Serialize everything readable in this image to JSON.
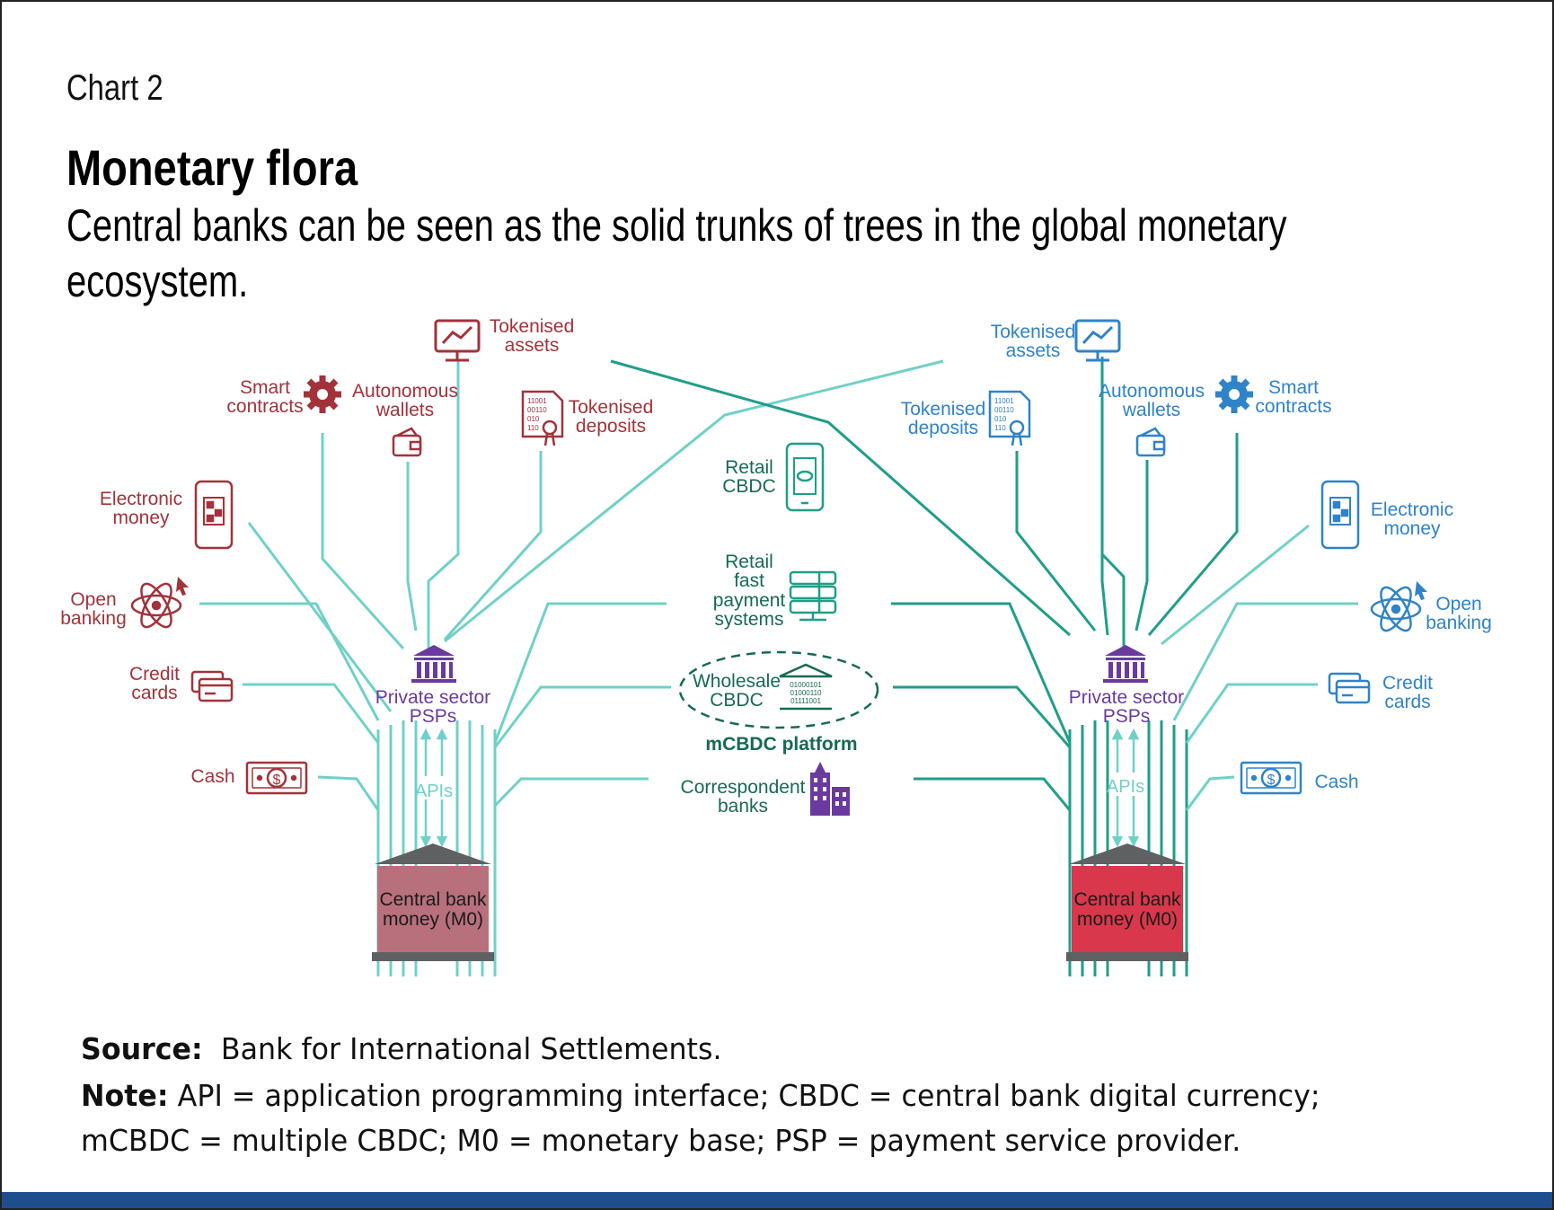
{
  "header": {
    "chart_label": "Chart 2",
    "title": "Monetary flora",
    "subtitle": "Central banks can be seen as the solid trunks of trees in the global monetary ecosystem."
  },
  "left_tree": {
    "branches": {
      "tokenised_assets": [
        "Tokenised",
        "assets"
      ],
      "smart_contracts": [
        "Smart",
        "contracts"
      ],
      "autonomous_wallets": [
        "Autonomous",
        "wallets"
      ],
      "tokenised_deposits": [
        "Tokenised",
        "deposits"
      ],
      "electronic_money": [
        "Electronic",
        "money"
      ],
      "open_banking": [
        "Open",
        "banking"
      ],
      "credit_cards": [
        "Credit",
        "cards"
      ],
      "cash": [
        "Cash"
      ]
    },
    "psp": [
      "Private sector",
      "PSPs"
    ],
    "apis": "APIs",
    "central_bank": [
      "Central bank",
      "money (M0)"
    ]
  },
  "right_tree": {
    "branches": {
      "tokenised_assets": [
        "Tokenised",
        "assets"
      ],
      "smart_contracts": [
        "Smart",
        "contracts"
      ],
      "autonomous_wallets": [
        "Autonomous",
        "wallets"
      ],
      "tokenised_deposits": [
        "Tokenised",
        "deposits"
      ],
      "electronic_money": [
        "Electronic",
        "money"
      ],
      "open_banking": [
        "Open",
        "banking"
      ],
      "credit_cards": [
        "Credit",
        "cards"
      ],
      "cash": [
        "Cash"
      ]
    },
    "psp": [
      "Private sector",
      "PSPs"
    ],
    "apis": "APIs",
    "central_bank": [
      "Central bank",
      "money (M0)"
    ]
  },
  "center": {
    "retail_cbdc": [
      "Retail",
      "CBDC"
    ],
    "retail_fps": [
      "Retail",
      "fast",
      "payment",
      "systems"
    ],
    "wholesale_cbdc": [
      "Wholesale",
      "CBDC"
    ],
    "mcbdc_platform": "mCBDC platform",
    "correspondent_banks": [
      "Correspondent",
      "banks"
    ],
    "binary_rows": [
      "01000101",
      "01000110",
      "01111001"
    ]
  },
  "footer": {
    "source_label": "Source:",
    "source_text": "Bank for International Settlements.",
    "note_label": "Note:",
    "note_line1": "API = application programming interface; CBDC = central bank digital currency;",
    "note_line2": "mCBDC = multiple CBDC; M0 = monetary base; PSP = payment service provider."
  },
  "colors": {
    "left_label": "#a3323a",
    "right_label": "#2f83c8",
    "branch": "#6fd1c6",
    "cross": "#1f9e88",
    "center_label": "#166a55",
    "psp": "#6a3a9e",
    "bank_roof": "#5f6062",
    "left_cb_fill": "#b9707d",
    "right_cb_fill": "#d9374b",
    "bottom_bar": "#1f4e8c"
  }
}
